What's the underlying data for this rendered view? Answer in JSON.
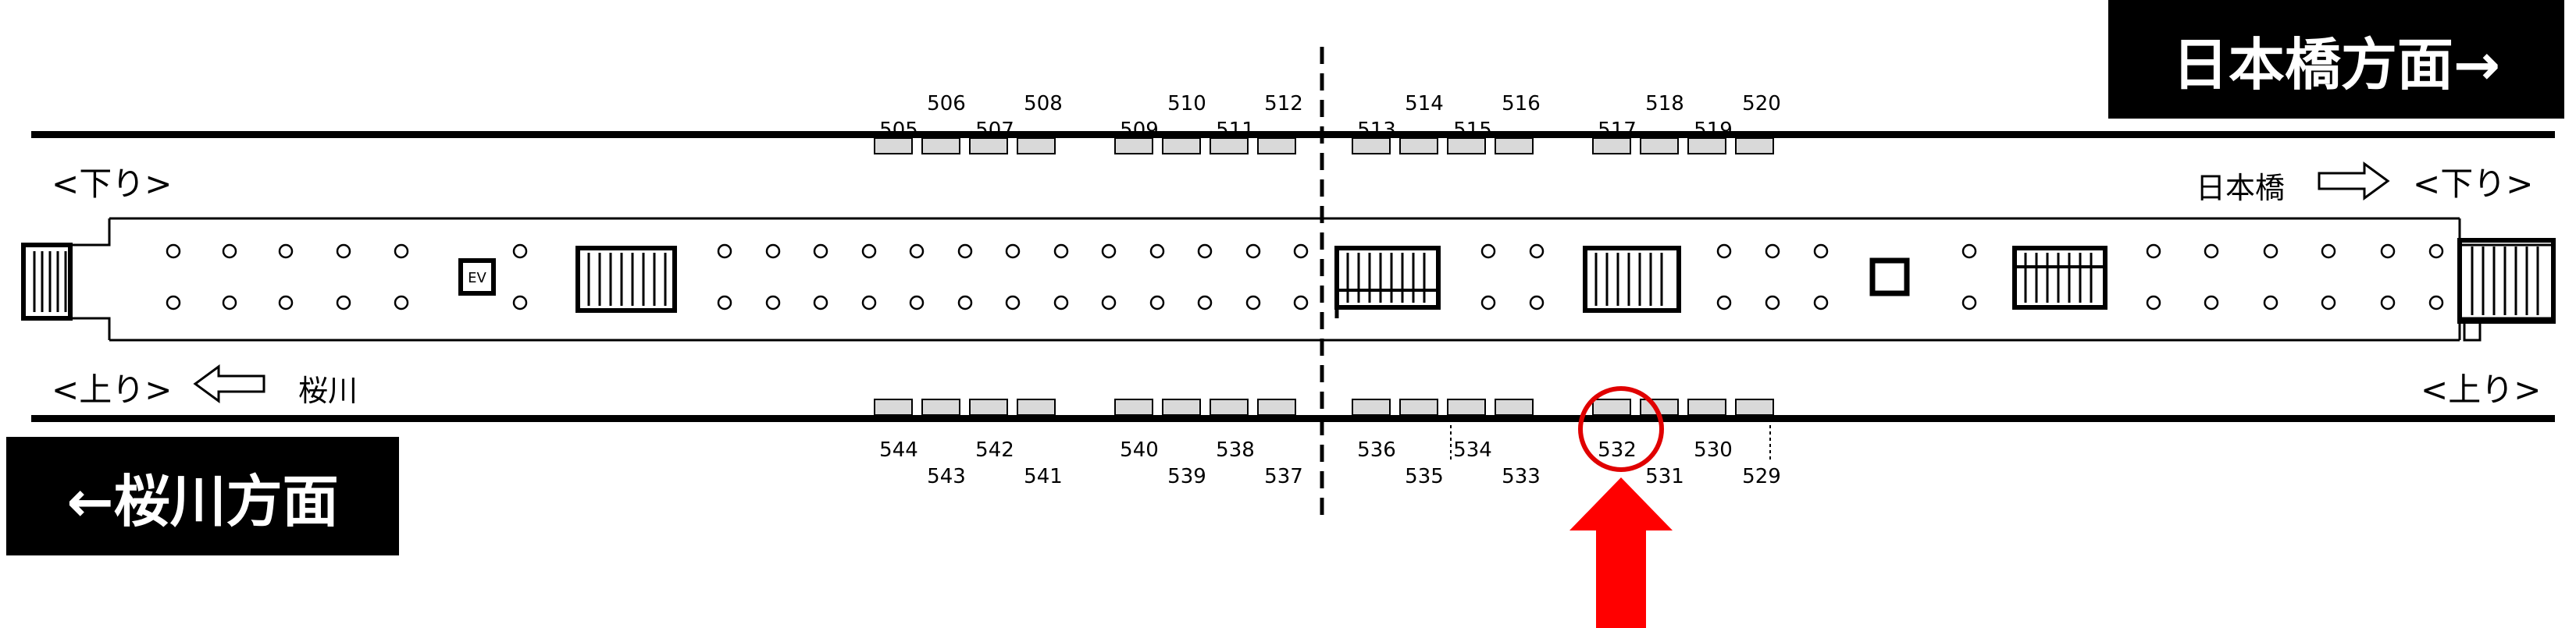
{
  "direction_tags": {
    "right": "日本橋方面→",
    "left": "←桜川方面"
  },
  "track_labels": {
    "down_left": "<下り>",
    "down_right_station": "日本橋",
    "down_right": "<下り>",
    "up_left": "<上り>",
    "up_left_station": "桜川",
    "up_right": "<上り>"
  },
  "elevator_label": "EV",
  "top_numbers": [
    "505",
    "506",
    "507",
    "508",
    "509",
    "510",
    "511",
    "512",
    "513",
    "514",
    "515",
    "516",
    "517",
    "518",
    "519",
    "520"
  ],
  "bottom_numbers": [
    "544",
    "543",
    "542",
    "541",
    "540",
    "539",
    "538",
    "537",
    "536",
    "535",
    "534",
    "533",
    "532",
    "531",
    "530",
    "529"
  ],
  "highlight": {
    "number": "532",
    "color": "#e00000"
  },
  "colors": {
    "tag_bg": "#000000",
    "line": "#000000",
    "door": "#d9d9d9",
    "arrow": "#ff0000"
  }
}
